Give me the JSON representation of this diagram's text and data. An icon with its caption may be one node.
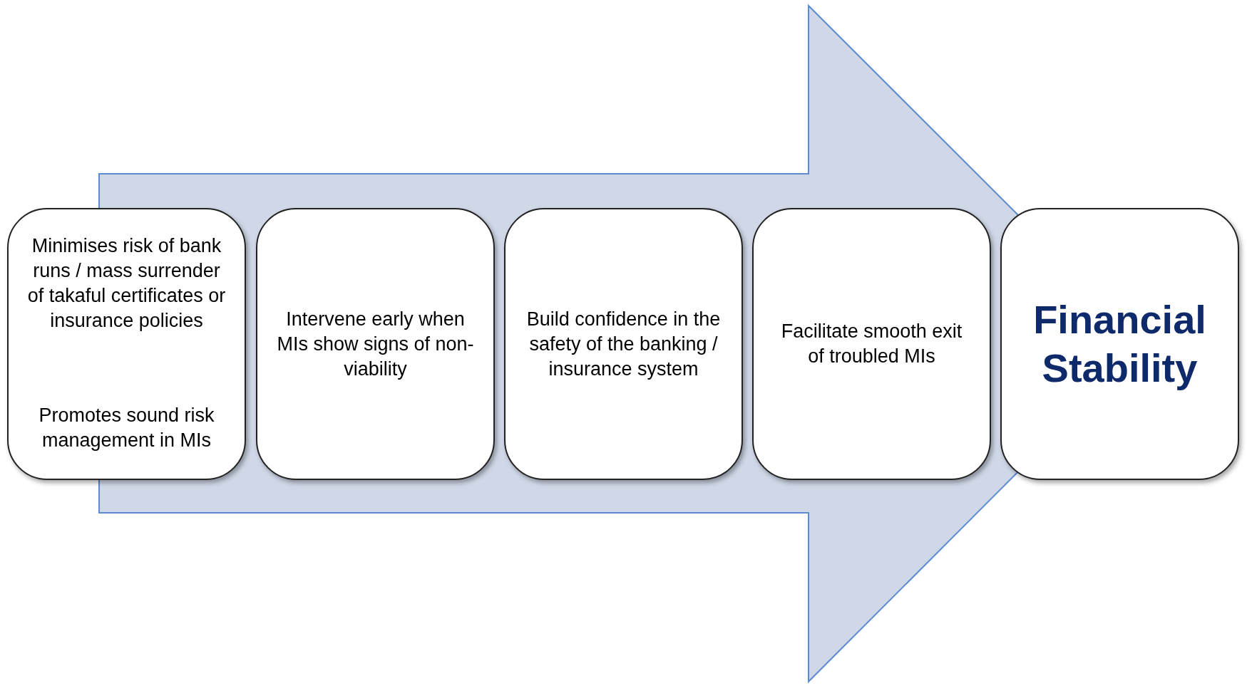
{
  "diagram": {
    "nodes": [
      {
        "text": [
          "Minimises risk of bank runs / mass surrender of takaful certificates or insurance policies",
          "Promotes sound risk management in MIs"
        ]
      },
      {
        "text": [
          "Intervene early when MIs show signs of non-viability"
        ]
      },
      {
        "text": [
          "Build confidence in the safety of the banking / insurance system"
        ]
      },
      {
        "text": [
          "Facilitate smooth exit of troubled MIs"
        ]
      },
      {
        "text": [
          "Financial Stability"
        ]
      }
    ],
    "edges": [
      {
        "from": 0,
        "to": 4,
        "arrow": "to"
      }
    ]
  }
}
